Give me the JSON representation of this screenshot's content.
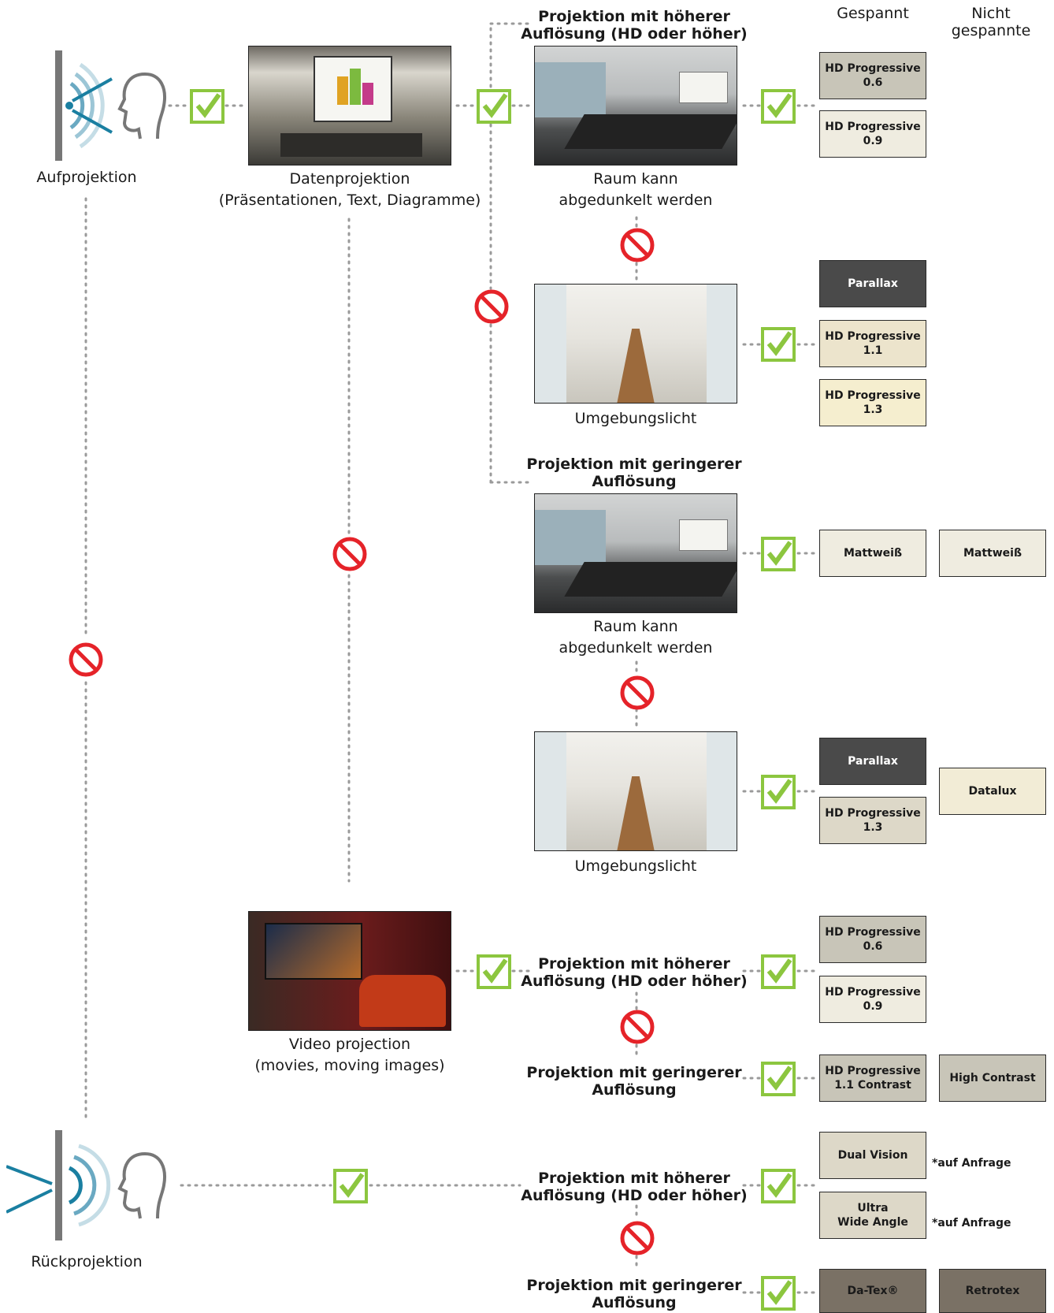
{
  "headers": {
    "gespannt": "Gespannt",
    "nicht_gespannt": "Nicht\ngespannte"
  },
  "left": {
    "aufprojektion": "Aufprojektion",
    "rueckprojektion": "Rückprojektion"
  },
  "datenprojektion": "Datenprojektion\n(Präsentationen, Text, Diagramme)",
  "videoprojection": "Video projection\n(movies, moving images)",
  "titles": {
    "hd_top": "Projektion mit höherer\nAuflösung (HD oder höher)",
    "low_mid": "Projektion mit geringerer\nAuflösung",
    "hd_video": "Projektion mit höherer\nAuflösung (HD oder höher)",
    "low_video": "Projektion mit geringerer\nAuflösung",
    "hd_rear": "Projektion mit höherer\nAuflösung (HD oder höher)",
    "low_rear": "Projektion mit geringerer\nAuflösung"
  },
  "room_labels": {
    "dark1": "Raum kann\nabgedunkelt werden",
    "ambient1": "Umgebungslicht",
    "dark2": "Raum kann\nabgedunkelt werden",
    "ambient2": "Umgebungslicht"
  },
  "boxes": {
    "b1": "HD Progressive\n0.6",
    "b2": "HD Progressive\n0.9",
    "b3": "Parallax",
    "b4": "HD Progressive\n1.1",
    "b5": "HD Progressive\n1.3",
    "b6": "Mattweiß",
    "b7": "Mattweiß",
    "b8": "Parallax",
    "b9": "HD Progressive\n1.3",
    "b10": "Datalux",
    "b11": "HD Progressive\n0.6",
    "b12": "HD Progressive\n0.9",
    "b13": "HD Progressive\n1.1 Contrast",
    "b14": "High Contrast",
    "b15": "Dual Vision",
    "b16": "Ultra\nWide Angle",
    "b17": "Da-Tex®",
    "b18": "Retrotex"
  },
  "notes": {
    "n1": "*auf Anfrage",
    "n2": "*auf Anfrage"
  },
  "colors": {
    "check": "#8cc63f",
    "prohibit": "#e52329",
    "accent": "#1a7fa1",
    "dark_box": "#4a4a4a",
    "gray_box": "#c8c5b8",
    "light_box": "#efece0",
    "cream_box": "#f3edd6",
    "brown_box": "#7a7165"
  }
}
